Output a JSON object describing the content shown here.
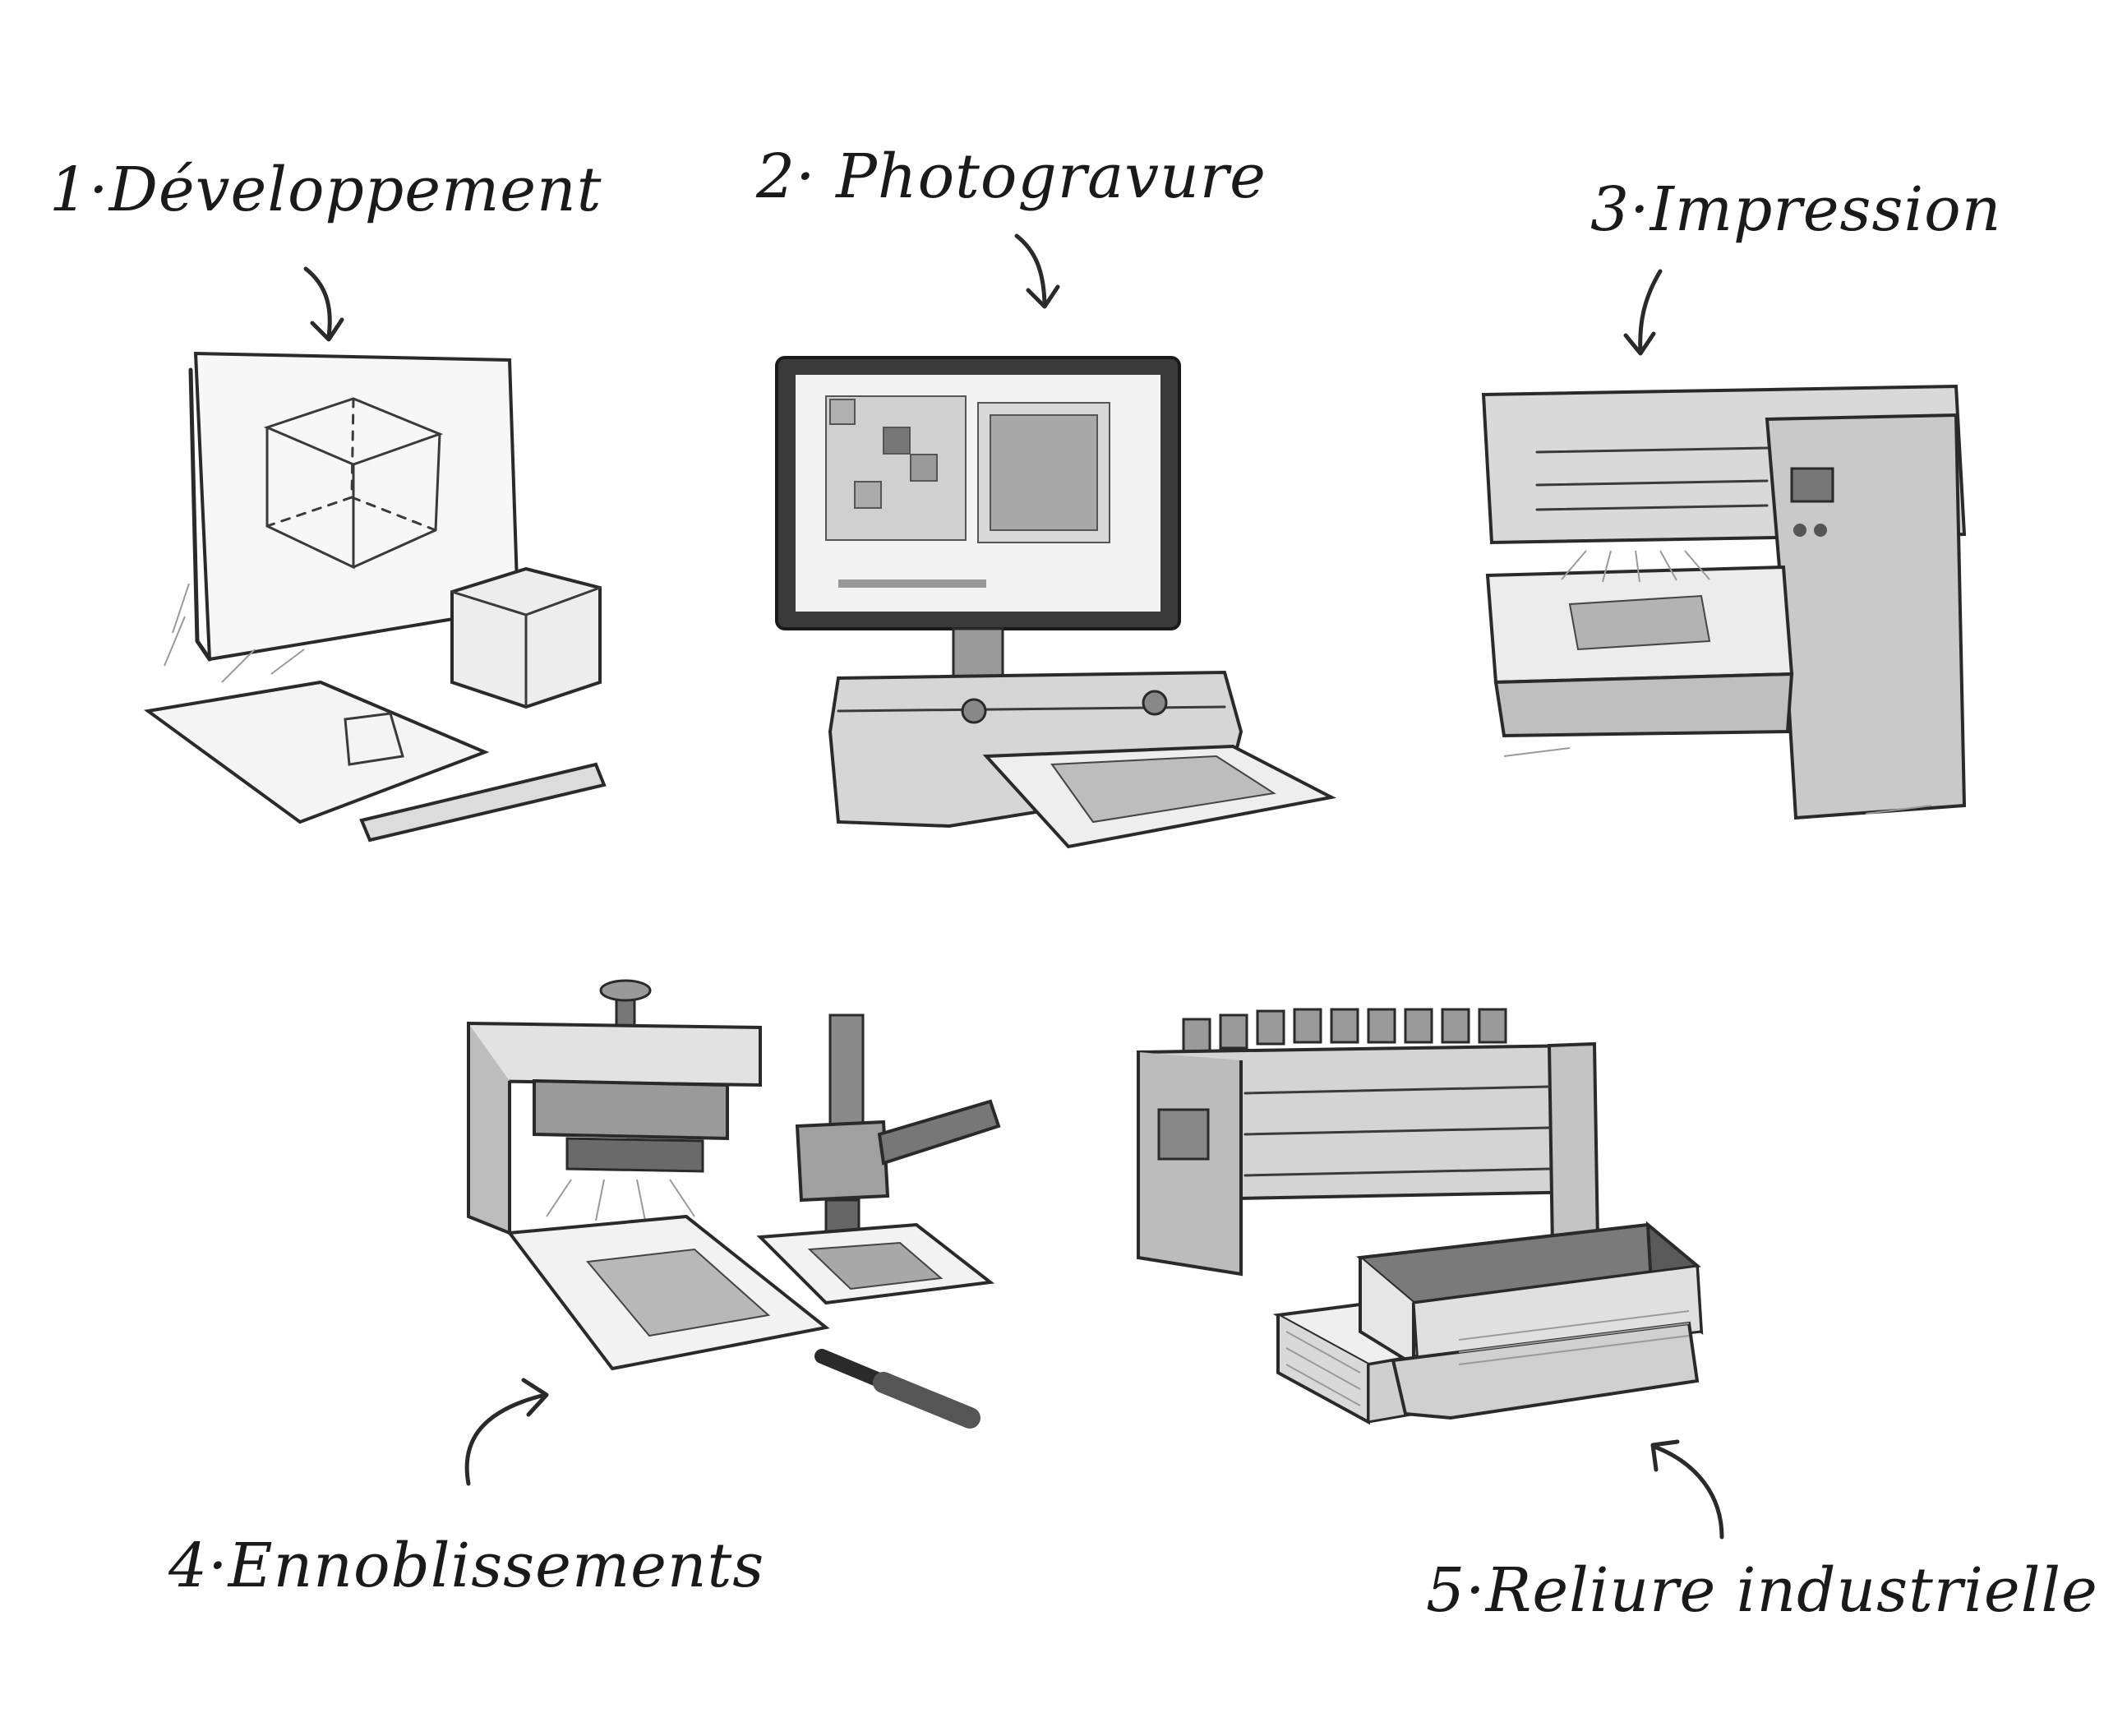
{
  "steps": [
    {
      "label": "1·Développement",
      "illustration": "packaging-development"
    },
    {
      "label": "2· Photogravure",
      "illustration": "prepress-computer-scanner"
    },
    {
      "label": "3·Impression",
      "illustration": "printing-press"
    },
    {
      "label": "4·Ennoblissements",
      "illustration": "finishing-press-and-drill"
    },
    {
      "label": "5·Reliure industrielle",
      "illustration": "binding-machine-books"
    }
  ],
  "colors": {
    "ink": "#2a2a2a",
    "paper": "#f2f2f2",
    "shade": "#b5b5b5",
    "background": "#ffffff"
  }
}
